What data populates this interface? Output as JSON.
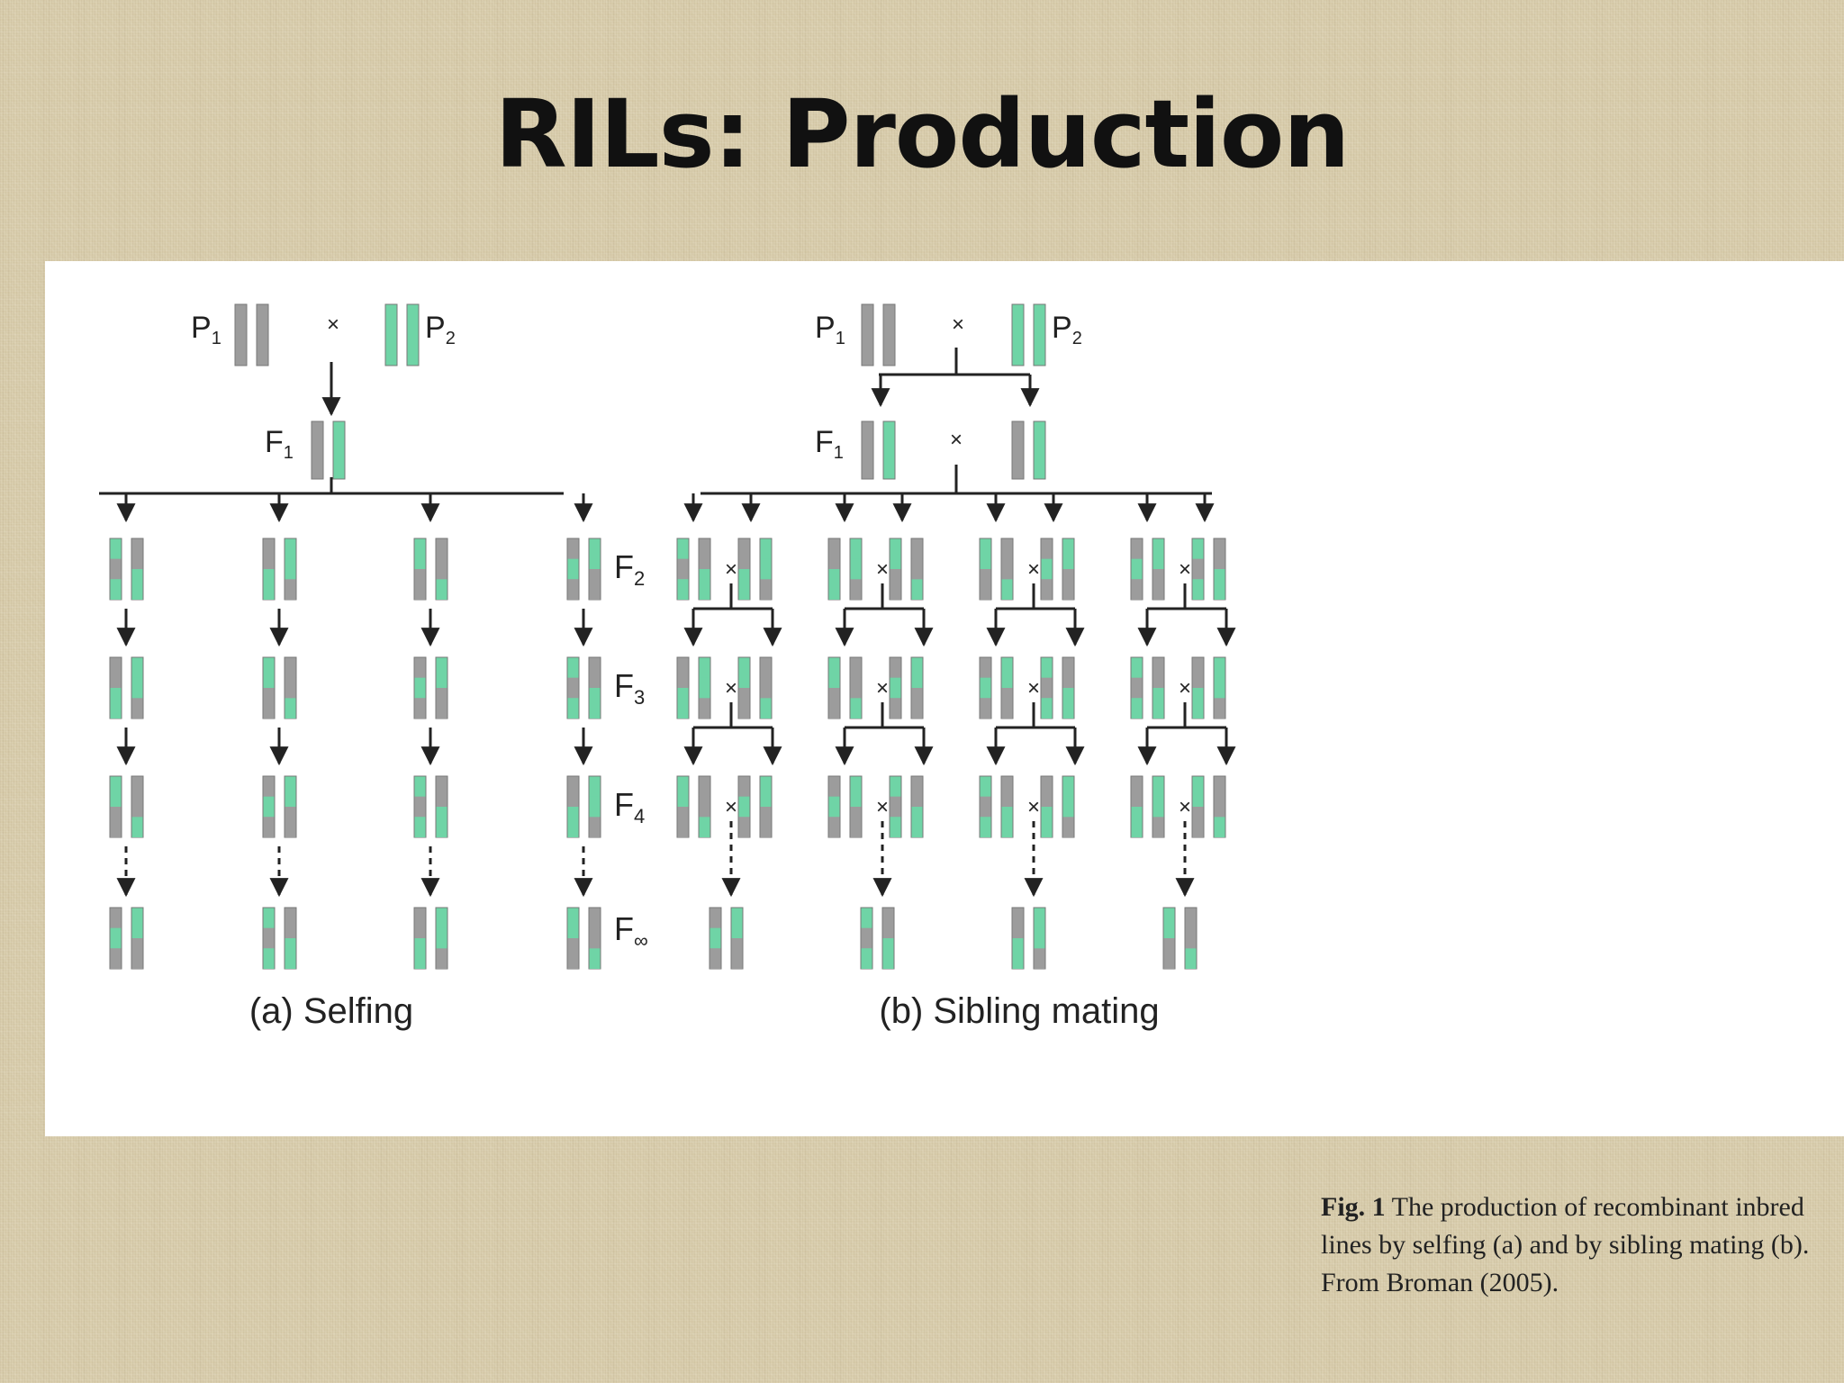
{
  "slide": {
    "title": "RILs: Production"
  },
  "diagram": {
    "panel_a": {
      "parent_1": "P1",
      "parent_2": "P2",
      "f1": "F1",
      "cross_symbol": "×",
      "panel_label": "(a) Selfing",
      "lines": 4
    },
    "panel_b": {
      "parent_1": "P1",
      "parent_2": "P2",
      "f1": "F1",
      "cross_symbol": "×",
      "panel_label": "(b) Sibling mating",
      "lines": 4
    },
    "generations": [
      {
        "base": "F",
        "sub": "2"
      },
      {
        "base": "F",
        "sub": "3"
      },
      {
        "base": "F",
        "sub": "4"
      },
      {
        "base": "F",
        "sub": "∞"
      }
    ],
    "colors": {
      "green": "#6fd4a6",
      "gray": "#9c9c9c",
      "line": "#222222"
    }
  },
  "caption": {
    "label": "Fig. 1",
    "line_1": "The production of recombinant inbred",
    "line_2": "lines by selfing (a) and by sibling mating (b).",
    "line_3": "From Broman (2005)."
  }
}
